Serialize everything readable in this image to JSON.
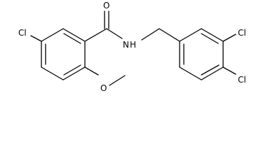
{
  "molecule": {
    "atom_labels": {
      "carbonyl_oxygen": "O",
      "amide_nitrogen": "H",
      "amide_nitrogen_n": "N",
      "ring1_chlorine": "Cl",
      "methoxy_oxygen": "O",
      "ring2_chlorine_meta": "Cl",
      "ring2_chlorine_para": "Cl"
    },
    "colors": {
      "bond": "#000000",
      "label": "#000000",
      "background": "#ffffff"
    }
  }
}
